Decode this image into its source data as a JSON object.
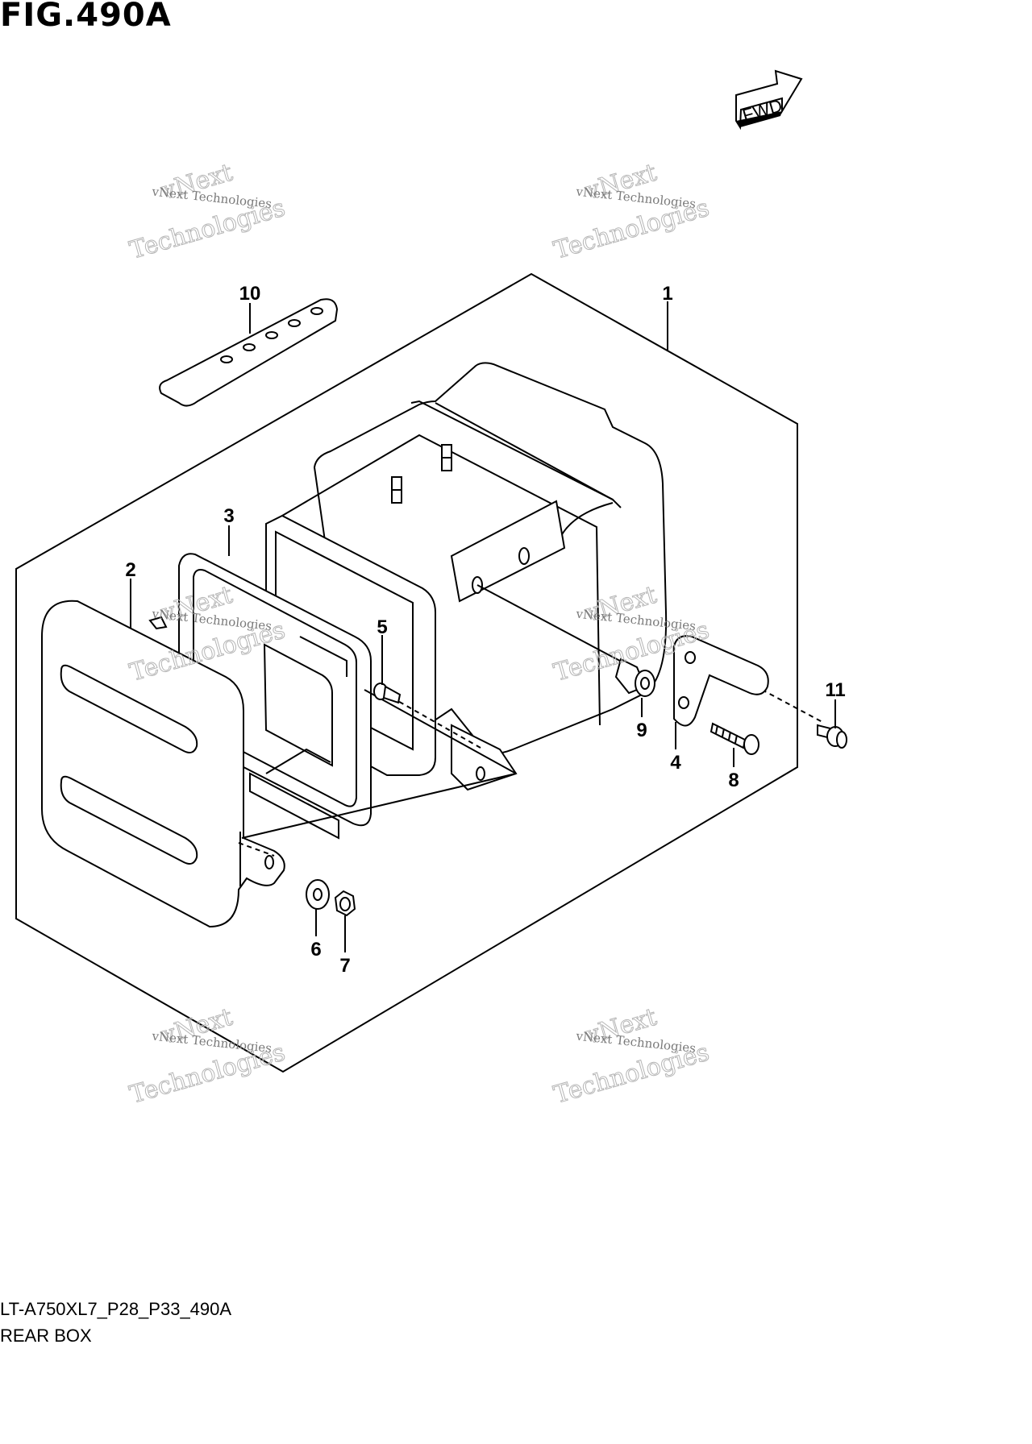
{
  "figure_title": "FIG.490A",
  "fwd_label": "FWD",
  "callouts": [
    "1",
    "2",
    "3",
    "4",
    "5",
    "6",
    "7",
    "8",
    "9",
    "10",
    "11"
  ],
  "watermark": {
    "line1": "vNext",
    "line2": "vNext Technologies",
    "line3": "Technologies"
  },
  "footer": {
    "code": "LT-A750XL7_P28_P33_490A",
    "name": "REAR BOX"
  }
}
